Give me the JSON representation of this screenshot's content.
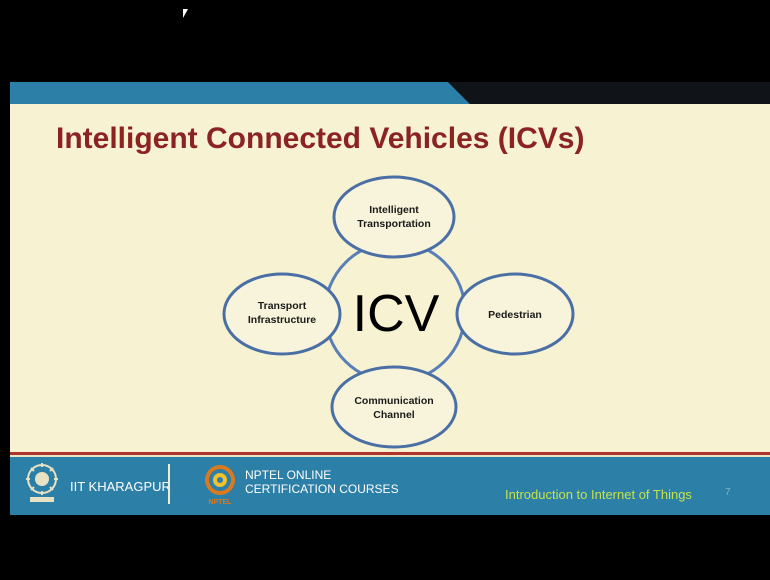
{
  "slide": {
    "title": "Intelligent Connected Vehicles (ICVs)",
    "diagram": {
      "center": "ICV",
      "nodes": [
        {
          "line1": "Intelligent",
          "line2": "Transportation"
        },
        {
          "line1": "Transport",
          "line2": "Infrastructure"
        },
        {
          "line1": "Pedestrian",
          "line2": ""
        },
        {
          "line1": "Communication",
          "line2": "Channel"
        }
      ]
    }
  },
  "footer": {
    "institute": "IIT KHARAGPUR",
    "nptel_line1": "NPTEL ONLINE",
    "nptel_line2": "CERTIFICATION COURSES",
    "nptel_logo_label": "NPTEL",
    "course": "Introduction to Internet of Things",
    "page": "7"
  },
  "colors": {
    "title": "#8c2323",
    "slide_bg": "#f6f2d2",
    "footer_bg": "#2c7fa6",
    "circle_stroke": "#4a6fa5",
    "course_text": "#c6e24a"
  }
}
